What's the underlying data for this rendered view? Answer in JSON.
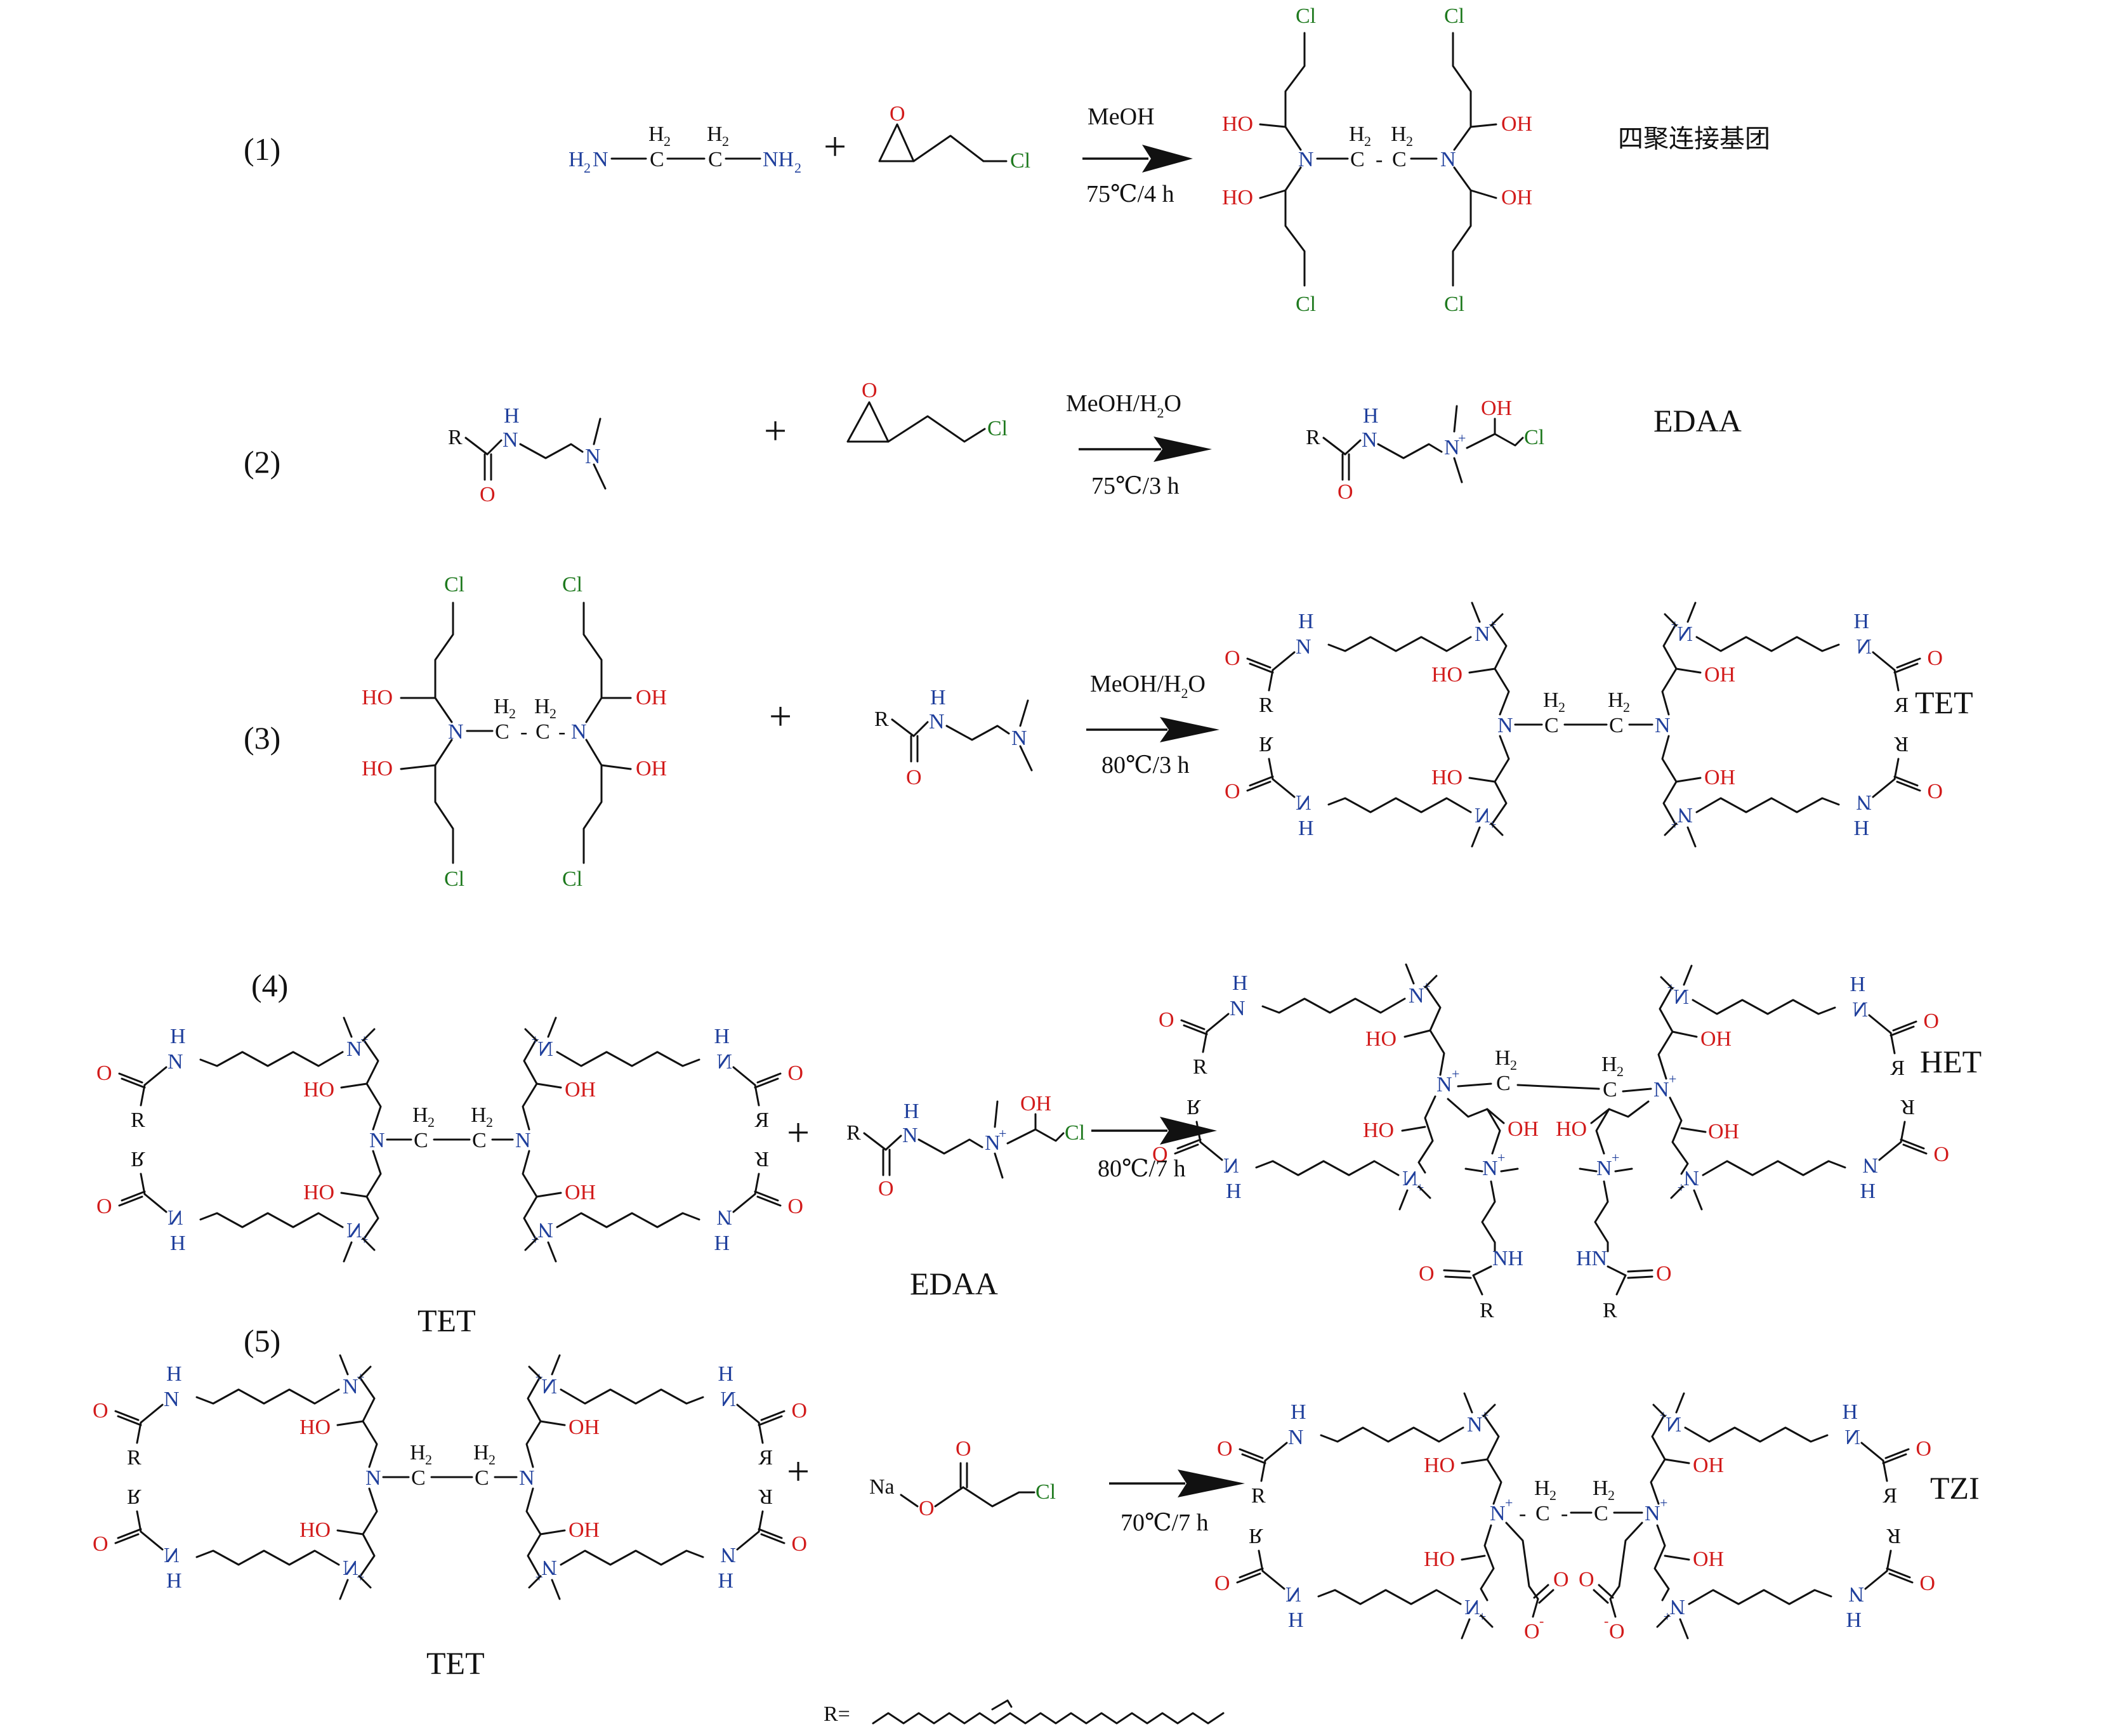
{
  "reactions": [
    {
      "number": "(1)",
      "reagents": [
        "H2N-CH2-CH2-NH2",
        "epichlorohydrin"
      ],
      "conditions_top": "MeOH",
      "conditions_bottom": "75℃/4 h",
      "product_name": "四聚连接基团"
    },
    {
      "number": "(2)",
      "reagents": [
        "R-C(=O)-NH-CH2CH2-N(CH3)2",
        "epichlorohydrin"
      ],
      "conditions_top": "MeOH/H2O",
      "conditions_bottom": "75℃/3 h",
      "product_name": "EDAA"
    },
    {
      "number": "(3)",
      "reagents": [
        "四聚连接基团",
        "R-C(=O)-NH-CH2CH2-N(CH3)2"
      ],
      "conditions_top": "MeOH/H2O",
      "conditions_bottom": "80℃/3 h",
      "product_name": "TET"
    },
    {
      "number": "(4)",
      "reagents": [
        "TET",
        "EDAA"
      ],
      "reagent_labels": [
        "TET",
        "EDAA"
      ],
      "conditions_top": "",
      "conditions_bottom": "80℃/7 h",
      "product_name": "HET"
    },
    {
      "number": "(5)",
      "reagents": [
        "TET",
        "ClCH2COONa"
      ],
      "reagent_labels": [
        "TET"
      ],
      "conditions_top": "",
      "conditions_bottom": "70℃/7 h",
      "product_name": "TZI"
    }
  ],
  "r_group_label": "R=",
  "atoms": {
    "H": "H",
    "H2": "H",
    "sub2": "2",
    "C": "C",
    "N": "N",
    "NH": "NH",
    "HN": "HN",
    "O": "O",
    "OH": "OH",
    "HO": "HO",
    "Cl": "Cl",
    "R": "R",
    "Na": "Na",
    "dash": "-",
    "plus_charge": "+",
    "minus_charge": "-"
  },
  "colors": {
    "nitrogen": "#1f3f9c",
    "oxygen": "#d21b1b",
    "chlorine": "#1f7a1f",
    "carbon": "#111111"
  }
}
